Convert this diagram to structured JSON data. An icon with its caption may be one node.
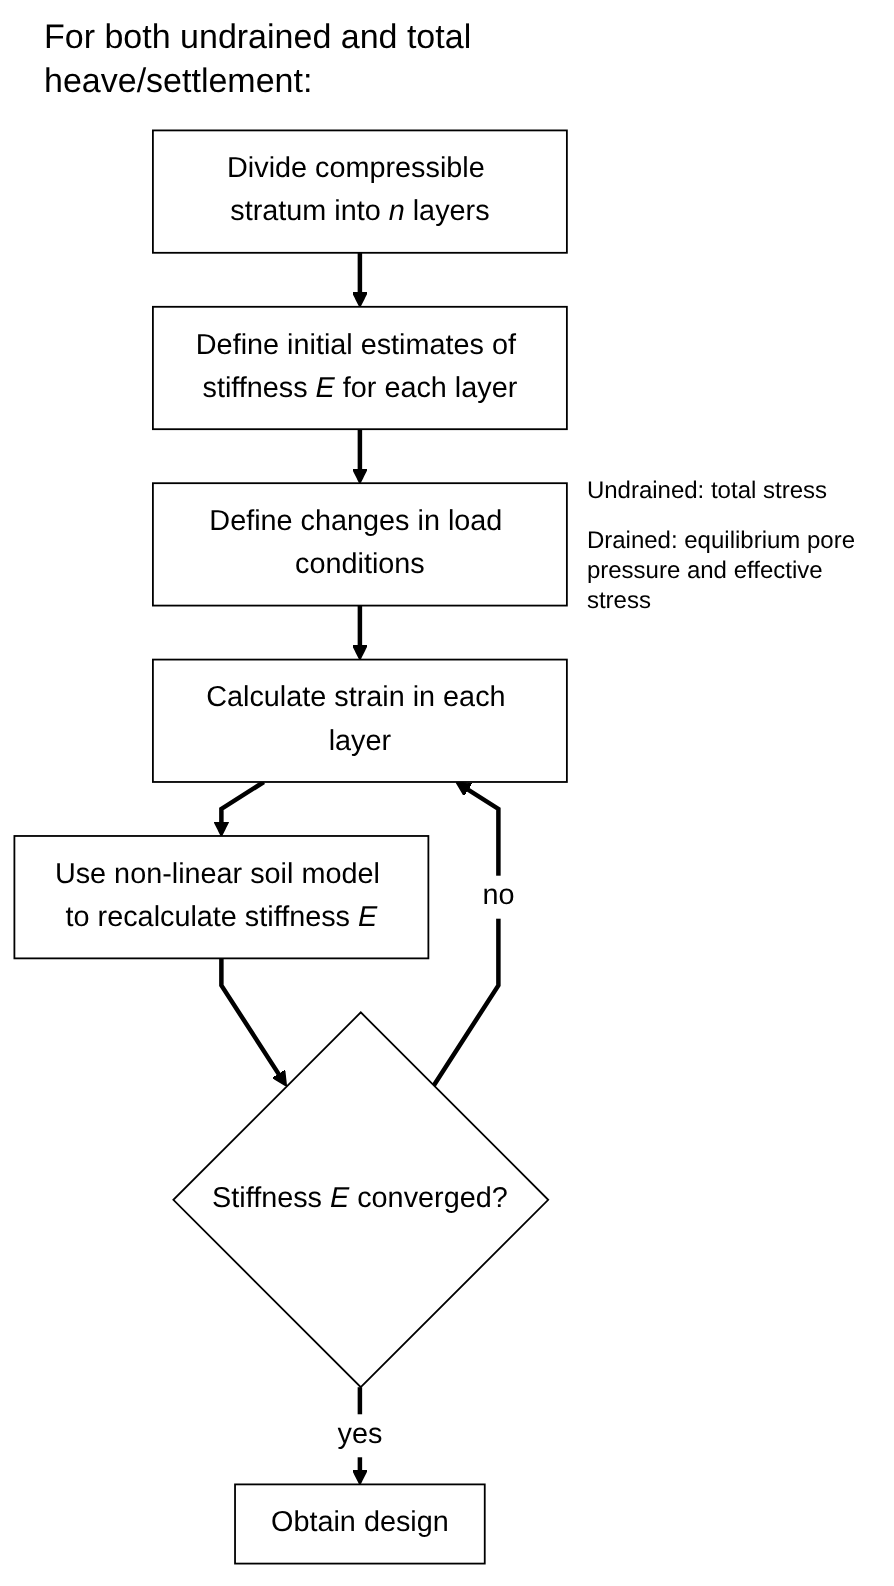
{
  "diagram": {
    "title": "For both undrained and total heave/settlement:",
    "nodes": [
      {
        "text": [
          "Divide compressible stratum into *n* layers"
        ]
      },
      {
        "text": [
          "Define initial estimates of stiffness *E* for each layer"
        ]
      },
      {
        "text": [
          "Define changes in load conditions"
        ],
        "beside": [
          "Undrained: total stress",
          "Drained: equilibrium pore pressure and effective stress"
        ]
      },
      {
        "text": [
          "Calculate strain in each layer"
        ]
      },
      {
        "text": [
          "Use non-linear soil model to recalculate stiffness *E*"
        ]
      },
      {
        "text": [
          "Stiffness *E* converged?"
        ]
      },
      {
        "text": [
          "Obtain design"
        ]
      }
    ],
    "edges": [
      {
        "from": 0,
        "to": 1,
        "arrow": "to"
      },
      {
        "from": 1,
        "to": 2,
        "arrow": "to"
      },
      {
        "from": 2,
        "to": 3,
        "arrow": "to"
      },
      {
        "from": 3,
        "to": 4,
        "arrow": "to"
      },
      {
        "from": 4,
        "to": 5,
        "arrow": "to"
      },
      {
        "from": 5,
        "to": 3,
        "arrow": "to",
        "label": "no"
      },
      {
        "from": 5,
        "to": 6,
        "arrow": "to",
        "label": "yes"
      }
    ]
  }
}
